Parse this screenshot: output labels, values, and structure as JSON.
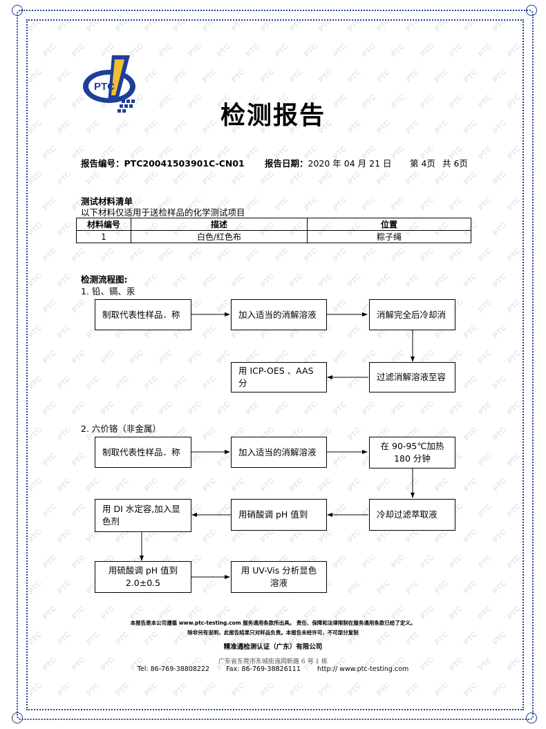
{
  "logo_text": "PTC",
  "title": "检测报告",
  "report": {
    "no_label": "报告编号：",
    "no_value": "PTC20041503901C-CN01",
    "date_label": "报告日期：",
    "date_value": "2020 年 04 月 21 日",
    "page": "第 4页",
    "total": "共 6页"
  },
  "materials": {
    "heading": "测试材料清单",
    "note": "以下材料仅适用于送检样品的化学测试项目",
    "headers": [
      "材料编号",
      "描述",
      "位置"
    ],
    "rows": [
      [
        "1",
        "白色/红色布",
        "粽子绳"
      ]
    ]
  },
  "flow": {
    "heading": "检测流程图:",
    "section1_title": "1.  铅、镉、汞",
    "s1_step1": "制取代表性样品．称",
    "s1_step2": "加入适当的消解溶液",
    "s1_step3": "消解完全后冷却消",
    "s1_step4": "过滤消解溶液至容",
    "s1_step5": "用 ICP-OES 、AAS 分",
    "section2_title": "2.  六价铬（非金属）",
    "s2_step1": "制取代表性样品．称",
    "s2_step2": "加入适当的消解溶液",
    "s2_step3a": "在  90-95℃加热",
    "s2_step3b": "180  分钟",
    "s2_step4": "冷却过滤萃取液",
    "s2_step5": "用硝酸调 pH  值到",
    "s2_step6a": "用 DI 水定容,加入显",
    "s2_step6b": "色剂",
    "s2_step7a": "用硫酸调 pH  值到",
    "s2_step7b": "2.0±0.5",
    "s2_step8a": "用 UV-Vis 分析显色",
    "s2_step8b": "溶液"
  },
  "footer": {
    "line1": "本报告是本公司遵循 www.ptc-testing.com 服务通用条款所出具。 责任、保障和法律限制在服务通用条款已给了定义。",
    "line2": "除非另有说明，此报告结果只对样品负责。本报告未经许可，不可部分复制",
    "company": "精准通检测认证（广东）有限公司",
    "address": "广东省东莞市东城街道同新路 6 号 1 栋",
    "contact": "Tel: 86-769-38808222        Fax: 86-769-38826111        http:// www.ptc-testing.com"
  },
  "colors": {
    "border": "#1c3d8f",
    "logo_blue": "#1e3f9a",
    "logo_yellow": "#f2c12e",
    "watermark": "#e6e6e6"
  }
}
